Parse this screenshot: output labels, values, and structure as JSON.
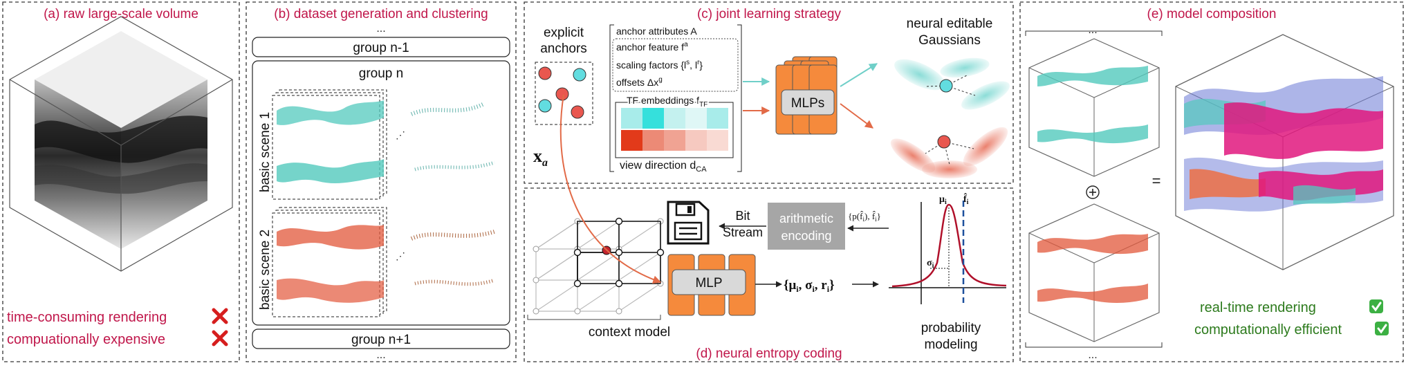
{
  "panels": {
    "a": {
      "title": "(a) raw large-scale volume",
      "issue_1": "time-consuming rendering",
      "issue_2": "compuationally expensive"
    },
    "b": {
      "title": "(b)  dataset generation and clustering",
      "dots": "...",
      "group_prev": "group n-1",
      "group_cur": "group n",
      "group_next": "group n+1",
      "scene_1": "basic scene 1",
      "scene_2": "basic scene 2"
    },
    "c": {
      "title": "(c) joint learning strategy",
      "explicit_anchors": [
        "explicit",
        "anchors"
      ],
      "anchor_symbol": "x",
      "anchor_symbol_sub": "a",
      "attr_header": "anchor attributes A",
      "attr_feature": "anchor feature f",
      "attr_feature_sup": "a",
      "attr_scaling": "scaling factors {l",
      "attr_scaling_rest": ",  l",
      "attr_offsets": "offsets Δx",
      "attr_offsets_sup": "g",
      "tf_label": "TF embeddings f",
      "tf_sub": "TF",
      "view_label": "view direction d",
      "view_sub": "CA",
      "mlps": "MLPs",
      "neural_gaussians": [
        "neural editable",
        "Gaussians"
      ],
      "tf_colors_row1": [
        "#a8ecea",
        "#35e0dc",
        "#c4f1ef",
        "#dff7f6",
        "#a8ecea"
      ],
      "tf_colors_row2": [
        "#e23a1a",
        "#ec8a76",
        "#f0a393",
        "#f6c9c0",
        "#f9dad3"
      ]
    },
    "d": {
      "title": "(d) neural entropy coding",
      "context_model": "context model",
      "bit_stream": [
        "Bit",
        "Stream"
      ],
      "arith": [
        "arithmetic",
        "encoding"
      ],
      "mlp": "MLP",
      "output": "{μ",
      "params_label": "{p(f̂",
      "prob": [
        "probability",
        "modeling"
      ],
      "mu": "μ",
      "f_hat": "f̂",
      "sigma": "σ",
      "index": "i"
    },
    "e": {
      "title": "(e) model composition",
      "plus": "+",
      "equals": "=",
      "benefit_1": "real-time rendering",
      "benefit_2": "computationally efficient",
      "dots": "..."
    }
  },
  "colors": {
    "accent": "#c0164a",
    "teal": "#4cc6c0",
    "orange": "#f58a3c",
    "red": "#e05030",
    "green": "#2c7a1c",
    "gray_box": "#a6a6a6"
  }
}
